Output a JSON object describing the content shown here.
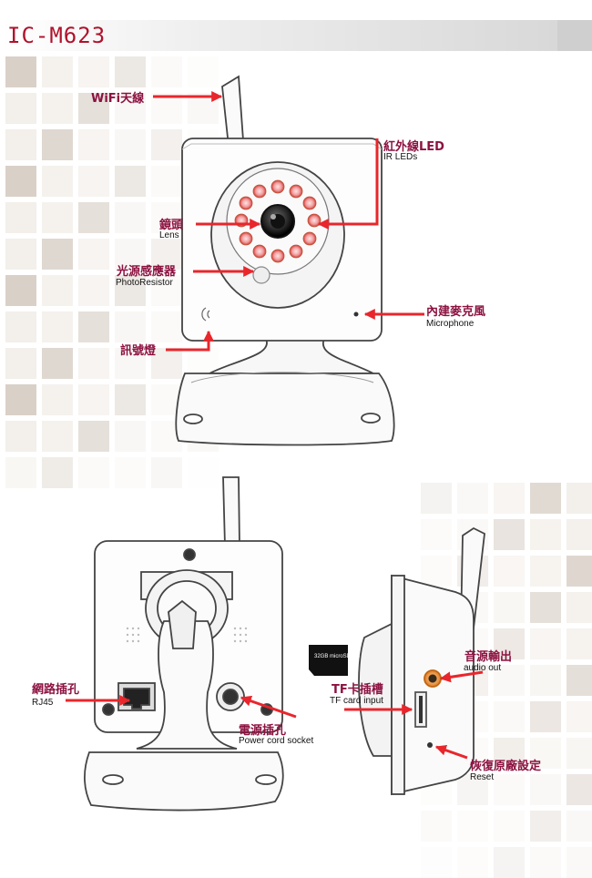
{
  "header": {
    "title": "IC-M623"
  },
  "colors": {
    "accent": "#b0122c",
    "label": "#8c1240",
    "arrow": "#e8262c",
    "tile_dark": "#d9d0c7",
    "tile_light": "#f3efea"
  },
  "front_view": {
    "wifi_antenna": {
      "zh": "WiFi天線"
    },
    "ir_leds": {
      "zh": "紅外線LED",
      "en": "IR LEDs"
    },
    "lens": {
      "zh": "鏡頭",
      "en": "Lens"
    },
    "photoresistor": {
      "zh": "光源感應器",
      "en": "PhotoResistor"
    },
    "microphone": {
      "zh": "內建麥克風",
      "en": "Microphone"
    },
    "indicator": {
      "zh": "訊號燈"
    }
  },
  "back_view": {
    "rj45": {
      "zh": "網路插孔",
      "en": "RJ45"
    },
    "power": {
      "zh": "電源插孔",
      "en": "Power cord socket"
    }
  },
  "side_view": {
    "sd_card": {
      "text": "32GB microSD HC"
    },
    "tf_card": {
      "zh": "TF卡插槽",
      "en": "TF card input"
    },
    "audio_out": {
      "zh": "音源輸出",
      "en": "audio out"
    },
    "reset": {
      "zh": "恢復原廠設定",
      "en": "Reset"
    }
  }
}
